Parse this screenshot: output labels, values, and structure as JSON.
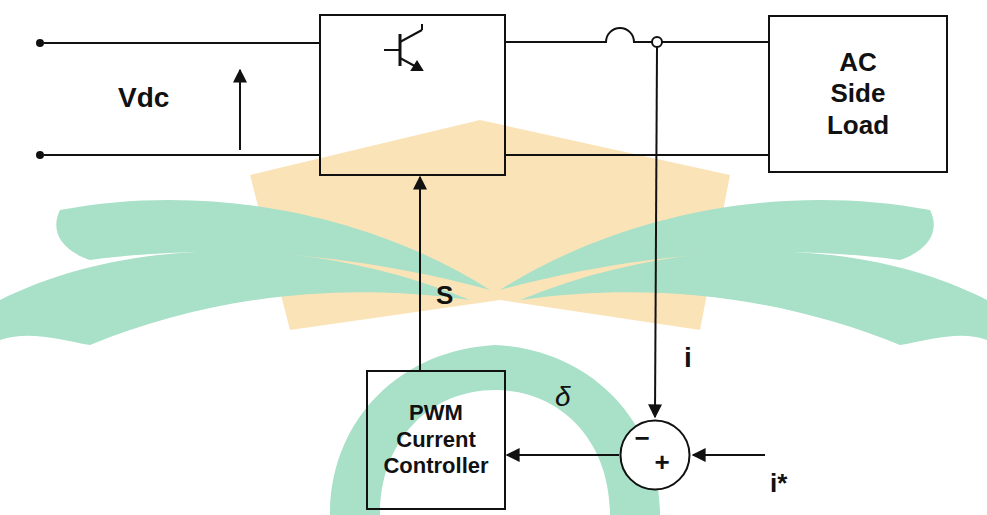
{
  "diagram": {
    "nodes": [
      {
        "text": [
          "AC Side Load"
        ]
      },
      {
        "text": [
          "PWM Current Controller"
        ]
      },
      {
        "text": [
          "−",
          "+"
        ]
      }
    ],
    "edges": [
      {
        "from": 2,
        "to": 1,
        "arrow": "to",
        "label": "δ"
      }
    ],
    "labels": [
      "Vdc",
      "S",
      "i",
      "i*"
    ]
  }
}
